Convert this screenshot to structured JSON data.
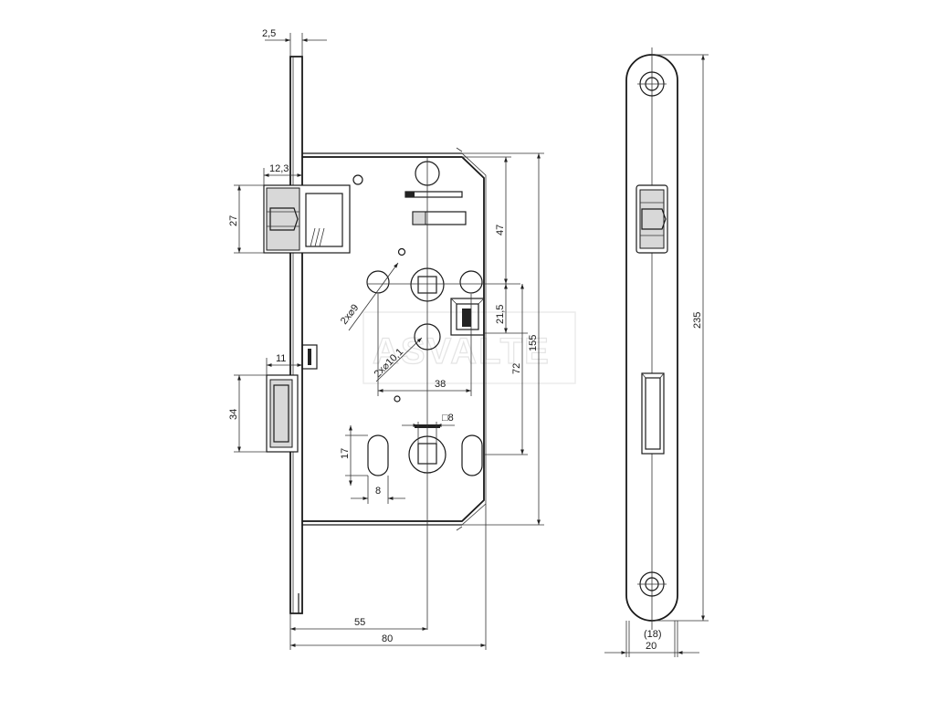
{
  "watermark": "ASVALTE",
  "dimensions": {
    "faceplate_thickness": "2,5",
    "latch_projection": "12,3",
    "latch_height": "27",
    "bolt_projection": "11",
    "bolt_height": "34",
    "backset": "55",
    "case_depth": "80",
    "center_to_top_hole": "47",
    "hole_spacing": "21,5",
    "case_height": "155",
    "handle_to_key": "72",
    "screw_holes": "2x⌀9",
    "spindle_hole": "2x⌀10,1",
    "hole_distance": "38",
    "square_spindle": "□8",
    "slot_length": "17",
    "slot_width": "8",
    "faceplate_length": "235",
    "faceplate_inner_width": "(18)",
    "faceplate_width": "20"
  }
}
